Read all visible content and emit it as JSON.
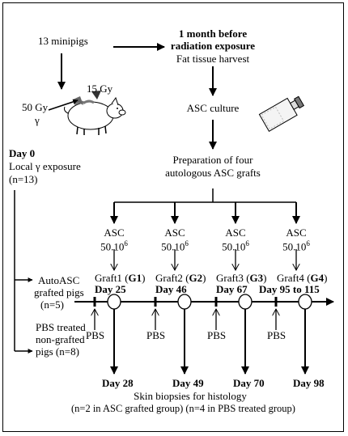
{
  "top": {
    "minipigs": "13 minipigs",
    "month_before_line1": "1 month before",
    "month_before_line2": "radiation exposure",
    "fat_harvest": "Fat tissue harvest",
    "asc_culture": "ASC culture",
    "preparation_line1": "Preparation of four",
    "preparation_line2": "autologous  ASC grafts"
  },
  "irradiation": {
    "dose_high": "50 Gy",
    "gamma": "γ",
    "dose_low": "15 Gy",
    "day0": "Day 0",
    "exposure": "Local γ exposure",
    "n_total": "(n=13)"
  },
  "grafts": [
    {
      "asc": "ASC",
      "dose": "50.10",
      "exp": "6",
      "graft": "Graft1",
      "graft_code": "G1",
      "day": "Day 25",
      "biopsy_day": "Day 28"
    },
    {
      "asc": "ASC",
      "dose": "50.10",
      "exp": "6",
      "graft": "Graft2",
      "graft_code": "G2",
      "day": "Day 46",
      "biopsy_day": "Day 49"
    },
    {
      "asc": "ASC",
      "dose": "50.10",
      "exp": "6",
      "graft": "Graft3",
      "graft_code": "G3",
      "day": "Day 67",
      "biopsy_day": "Day 70"
    },
    {
      "asc": "ASC",
      "dose": "50.10",
      "exp": "6",
      "graft": "Graft4",
      "graft_code": "G4",
      "day": "Day 95 to 115",
      "biopsy_day": "Day 98"
    }
  ],
  "groups": {
    "auto_line1": "AutoASC",
    "auto_line2": "grafted pigs",
    "auto_n": "(n=5)",
    "pbs_line1": "PBS treated",
    "pbs_line2": "non-grafted",
    "pbs_line3": "pigs (n=8)",
    "pbs_label": "PBS"
  },
  "biopsy": {
    "line1": "Skin biopsies for histology",
    "line2": "(n=2 in ASC grafted group) (n=4 in PBS treated group)"
  }
}
